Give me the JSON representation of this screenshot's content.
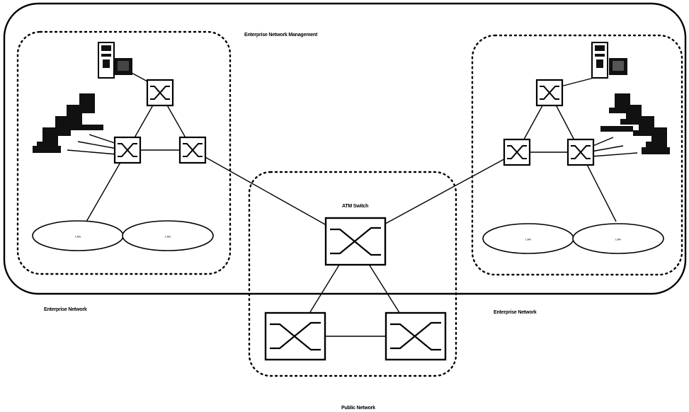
{
  "labels": {
    "enterprise_management": "Enterprise Network Management",
    "atm_switch": "ATM Switch",
    "enterprise_network_left": "Enterprise Network",
    "enterprise_network_right": "Enterprise Network",
    "public_network": "Public Network"
  },
  "lans": {
    "left_1": "LAN",
    "left_2": "LAN",
    "right_1": "LAN",
    "right_2": "LAN"
  }
}
